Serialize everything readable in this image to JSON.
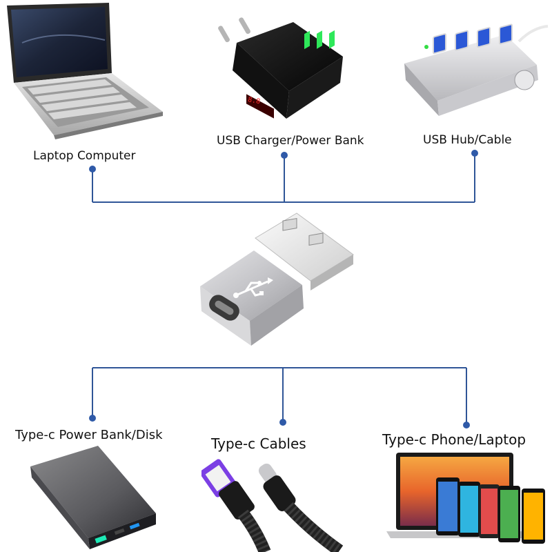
{
  "sources": [
    {
      "id": "laptop",
      "label": "Laptop Computer",
      "icon": "laptop-icon"
    },
    {
      "id": "charger",
      "label": "USB Charger/Power Bank",
      "icon": "wall-charger-icon"
    },
    {
      "id": "hub",
      "label": "USB Hub/Cable",
      "icon": "usb-hub-icon"
    }
  ],
  "adapter": {
    "icon": "usb-a-to-type-c-adapter-icon",
    "symbol": "usb-symbol-icon"
  },
  "targets": [
    {
      "id": "powerbank",
      "label": "Type-c Power Bank/Disk",
      "icon": "power-bank-icon"
    },
    {
      "id": "cables",
      "label": "Type-c Cables",
      "icon": "usb-cable-icon"
    },
    {
      "id": "devices",
      "label": "Type-c Phone/Laptop",
      "icon": "phone-laptop-icon"
    }
  ],
  "colors": {
    "connector": "#2f5597",
    "dot": "#2f5aa8"
  }
}
